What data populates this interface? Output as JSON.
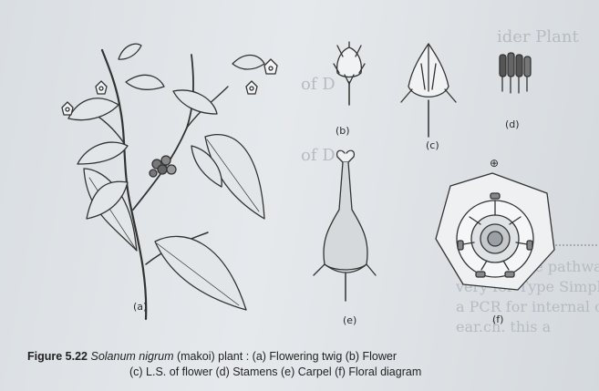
{
  "figure": {
    "labels": {
      "a": "(a)",
      "b": "(b)",
      "c": "(c)",
      "d": "(d)",
      "e": "(e)",
      "f": "(f)",
      "symbol": "⊕"
    },
    "caption": {
      "number": "Figure 5.22",
      "species": "Solanum nigrum",
      "line1_rest": "(makoi) plant :  (a) Flowering twig  (b) Flower",
      "line2": "(c) L.S. of flower  (d) Stamens  (e) Carpel  (f) Floral diagram"
    }
  },
  "bleed_through": {
    "top_right": "ider Plant",
    "line_a": "of D",
    "line_b": "of D",
    "r1": "years of the pathway when the  are is",
    "r2": "very for Type Simplex Virus with associated",
    "r3": "a PCR for internal control was performed to",
    "r4": "ear.ch. this a"
  }
}
